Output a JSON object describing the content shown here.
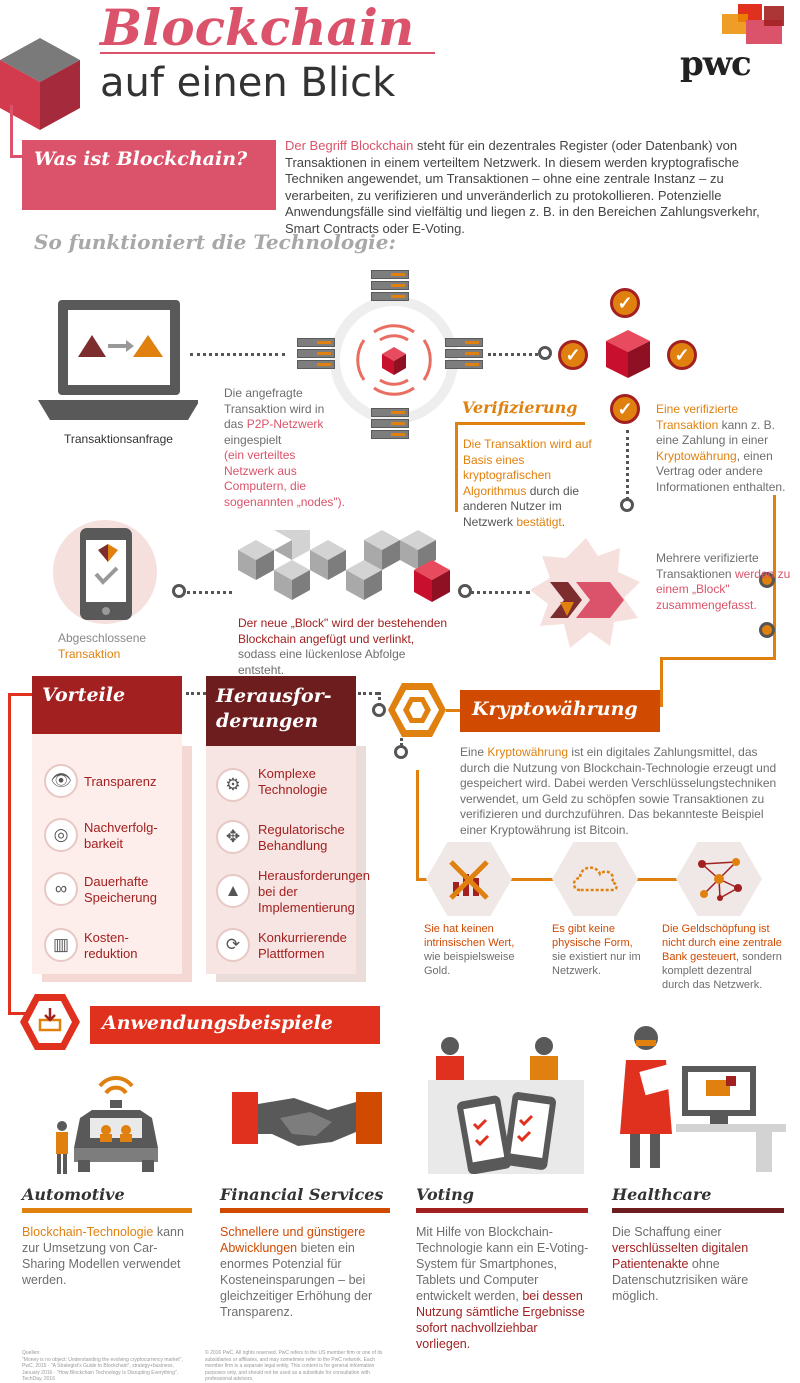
{
  "header": {
    "title_main": "Blockchain",
    "title_sub": "auf einen Blick",
    "brand": "pwc"
  },
  "what": {
    "heading": "Was ist Blockchain?",
    "text_highlight": "Der Begriff Blockchain",
    "text_rest": " steht für ein dezentrales Register (oder Datenbank) von Transaktionen in einem verteiltem Netzwerk. In diesem werden kryptografische Techniken angewendet, um Transaktionen – ohne eine zentrale Instanz – zu verarbeiten, zu verifizieren und unveränderlich zu protokollieren. Potenzielle Anwendungsfälle sind vielfältig und liegen z. B. in den Bereichen Zahlungsverkehr, Smart Contracts oder E-Voting."
  },
  "how": {
    "heading": "So funktioniert die Technologie:",
    "request_label": "Transaktionsanfrage",
    "p2p_text_a": "Die angefragte Transaktion wird in das ",
    "p2p_text_b": "P2P-Netzwerk",
    "p2p_text_c": " eingespielt",
    "p2p_text_d": "(ein verteiltes Netzwerk aus Computern, die sogenannten „nodes\").",
    "verify_title": "Verifizierung",
    "verify_text_a": "Die Transaktion wird auf Basis eines kryptografischen Algorithmus",
    "verify_text_b": " durch die anderen Nutzer im Netzwerk ",
    "verify_text_c": "bestätigt",
    "verify_text_d": ".",
    "verified_text_a": "Eine verifizierte Transaktion",
    "verified_text_b": " kann z. B. eine Zahlung in einer ",
    "verified_text_c": "Kryptowährung",
    "verified_text_d": ", einen Vertrag oder andere Informationen enthalten.",
    "block_text_a": "Mehrere verifizierte Transaktionen ",
    "block_text_b": "werden zu einem „Block\" zusammengefasst.",
    "chain_text_a": "Der neue „Block\" wird der bestehenden Blockchain angefügt und verlinkt,",
    "chain_text_b": " sodass eine lückenlose Abfolge entsteht.",
    "done_text_a": "Abgeschlossene",
    "done_text_b": "Transaktion"
  },
  "advantages": {
    "heading": "Vorteile",
    "items": [
      "Transparenz",
      "Nachverfolg-barkeit",
      "Dauerhafte Speicherung",
      "Kosten-reduktion"
    ]
  },
  "challenges": {
    "heading": "Herausforderungen",
    "heading_line1": "Herausfor-",
    "heading_line2": "derungen",
    "items": [
      "Komplexe Technologie",
      "Regulatorische Behandlung",
      "Herausforderungen bei der Implementierung",
      "Konkurrierende Plattformen"
    ]
  },
  "crypto": {
    "heading": "Kryptowährung",
    "text_a": "Eine ",
    "text_b": "Kryptowährung",
    "text_c": " ist ein digitales Zahlungsmittel, das durch die Nutzung von Blockchain-Technologie erzeugt und gespeichert wird. Dabei werden Verschlüsselungstechniken verwendet, um Geld zu schöpfen sowie Transaktionen zu verifizieren und durchzuführen. Das bekannteste Beispiel einer Kryptowährung ist Bitcoin.",
    "facts": [
      {
        "a": "Sie hat keinen intrinsischen Wert,",
        "b": " wie beispielsweise Gold."
      },
      {
        "a": "Es gibt keine physische Form,",
        "b": " sie existiert nur im Netzwerk."
      },
      {
        "a": "Die Geldschöpfung ist nicht durch eine zentrale Bank gesteuert,",
        "b": " sondern komplett dezentral durch das Netzwerk."
      }
    ]
  },
  "uses": {
    "heading": "Anwendungsbeispiele",
    "automotive": {
      "title": "Automotive",
      "a": "Blockchain-Technologie",
      "b": " kann zur Umsetzung von Car-Sharing Modellen verwendet werden."
    },
    "financial": {
      "title": "Financial Services",
      "a": "Schnellere und günstigere Abwicklungen",
      "b": " bieten ein enormes Potenzial für Kosteneinsparungen – bei gleichzeitiger Erhöhung der Transparenz."
    },
    "voting": {
      "title": "Voting",
      "a": "Mit Hilfe von Blockchain-Technologie kann ein E-Voting-System für Smartphones, Tablets und Computer entwickelt werden, ",
      "b": "bei dessen Nutzung sämtliche Ergebnisse sofort nachvollziehbar vorliegen."
    },
    "healthcare": {
      "title": "Healthcare",
      "a": "Die Schaffung einer ",
      "b": "verschlüsselten digitalen Patientenakte",
      "c": " ohne Datenschutzrisiken wäre möglich."
    }
  },
  "footer": {
    "sources_label": "Quellen:",
    "sources": "\"Money is no object: Understanding the evolving cryptocurrency market\", PwC, 2015 · \"A Strategist's Guide to Blockchain\", strategy+business, January 2016 · \"How Blockchain Technology Is Disrupting Everything\", TechDay, 2016",
    "legal": "© 2016 PwC. All rights reserved. PwC refers to the US member firm or one of its subsidiaries or affiliates, and may sometimes refer to the PwC network. Each member firm is a separate legal entity. This content is for general information purposes only, and should not be used as a substitute for consultation with professional advisors."
  }
}
